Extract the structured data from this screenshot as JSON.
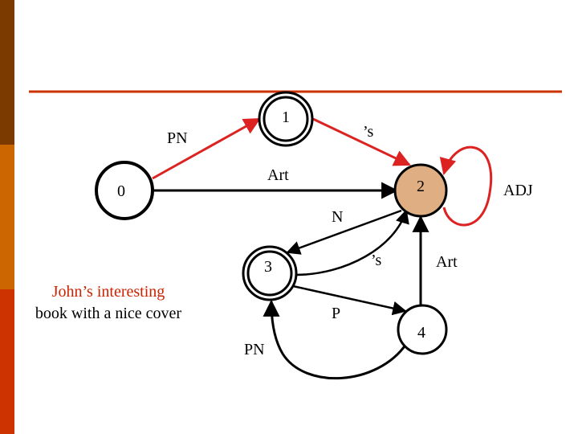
{
  "colors": {
    "sidebar_top": "#7a3a00",
    "sidebar_mid": "#cc6600",
    "sidebar_bottom": "#cc3300",
    "rule": "#cc3300",
    "red_edge": "#dd2222",
    "black_edge": "#000000",
    "accent_state_fill": "#dfae82",
    "caption_text": "#cc2200"
  },
  "diagram": {
    "states": [
      {
        "id": "s0",
        "label": "0",
        "final": false,
        "fill": "#ffffff"
      },
      {
        "id": "s1",
        "label": "1",
        "final": true,
        "fill": "#ffffff"
      },
      {
        "id": "s2",
        "label": "2",
        "final": false,
        "fill": "#dfae82"
      },
      {
        "id": "s3",
        "label": "3",
        "final": true,
        "fill": "#ffffff"
      },
      {
        "id": "s4",
        "label": "4",
        "final": false,
        "fill": "#ffffff"
      }
    ],
    "transitions": [
      {
        "from": "0",
        "to": "1",
        "label": "PN",
        "color": "red"
      },
      {
        "from": "1",
        "to": "2",
        "label": "’s",
        "color": "red"
      },
      {
        "from": "0",
        "to": "2",
        "label": "Art",
        "color": "black"
      },
      {
        "from": "2",
        "to": "2",
        "label": "ADJ",
        "color": "red"
      },
      {
        "from": "2",
        "to": "3",
        "label": "N",
        "color": "black"
      },
      {
        "from": "3",
        "to": "2",
        "label": "’s",
        "color": "black"
      },
      {
        "from": "4",
        "to": "2",
        "label": "Art",
        "color": "black"
      },
      {
        "from": "3",
        "to": "4",
        "label": "P",
        "color": "black"
      },
      {
        "from": "4",
        "to": "3",
        "label": "PN",
        "color": "black"
      }
    ]
  },
  "caption": {
    "line1": "John’s interesting",
    "line2": "book with a nice cover"
  }
}
